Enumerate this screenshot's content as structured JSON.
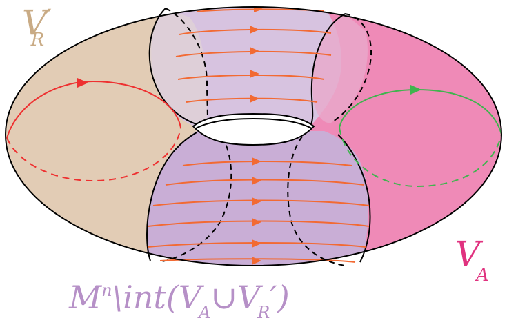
{
  "labels": {
    "vr_prime": {
      "main": "V",
      "sub": "R",
      "prime": "′",
      "color": "#c9ab85"
    },
    "va": {
      "main": "V",
      "sub": "A",
      "color": "#e0327f"
    },
    "complement": {
      "m": "M",
      "n": "n",
      "mid": "\\int(",
      "v1": "V",
      "sub_a": "A",
      "union": "∪",
      "v2": "V",
      "sub_r": "R",
      "close": "′)",
      "color": "#b690c7"
    }
  },
  "colors": {
    "left_region": "#e2ccb5",
    "right_region": "#ef8ab7",
    "middle_region": "#d7c3e0",
    "middle_region_shadow": "#c9aed6",
    "flow_lines": "#f26a33",
    "loop_left": "#ee3030",
    "loop_right": "#3fb44e",
    "outline": "#000000"
  }
}
